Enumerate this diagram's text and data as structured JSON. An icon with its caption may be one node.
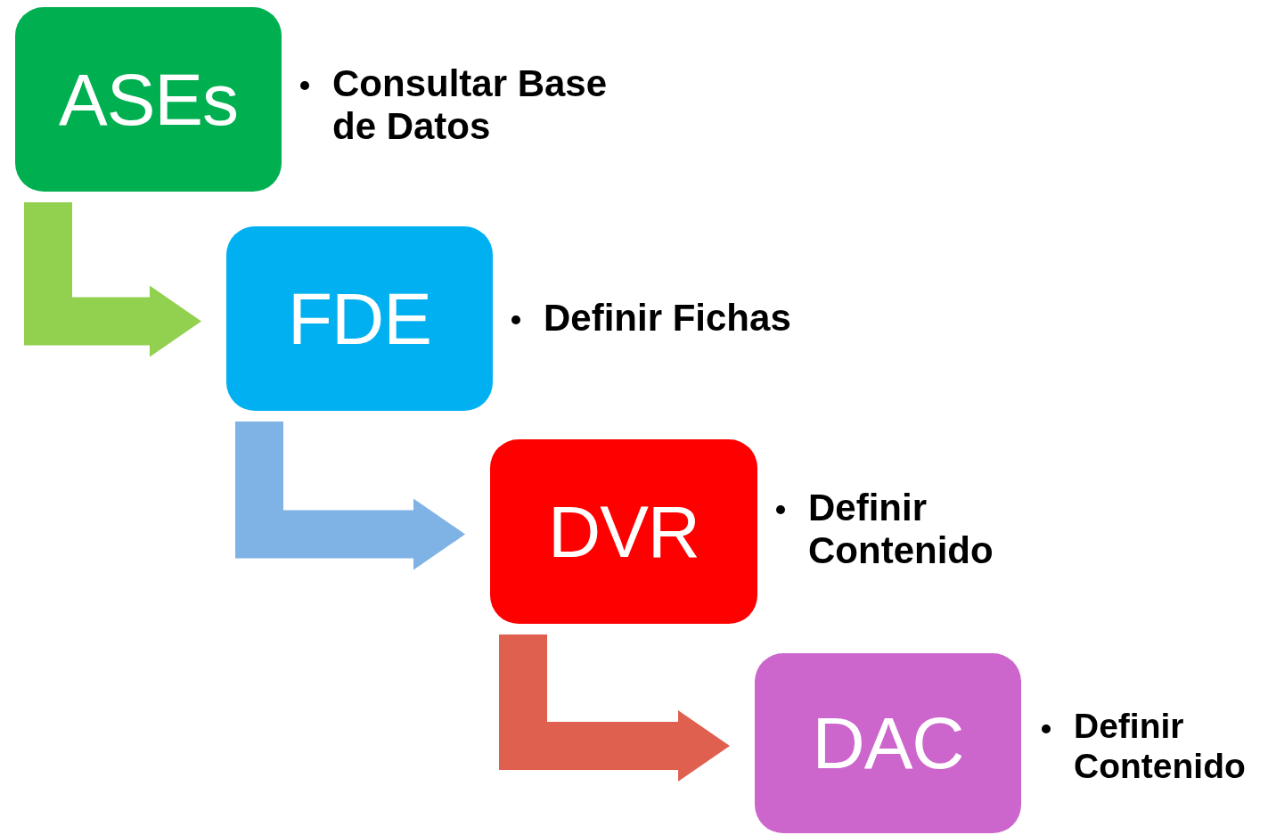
{
  "diagram": {
    "nodes": [
      {
        "text": [
          "ASEs"
        ],
        "beside": [
          "Consultar Base de Datos"
        ]
      },
      {
        "text": [
          "FDE"
        ],
        "beside": [
          "Definir Fichas"
        ]
      },
      {
        "text": [
          "DVR"
        ],
        "beside": [
          "Definir Contenido"
        ]
      },
      {
        "text": [
          "DAC"
        ],
        "beside": [
          "Definir Contenido"
        ]
      }
    ],
    "edges": [
      {
        "from": 0,
        "to": 1,
        "arrow": "to",
        "color": "#92d050"
      },
      {
        "from": 1,
        "to": 2,
        "arrow": "to",
        "color": "#7fb2e5"
      },
      {
        "from": 2,
        "to": 3,
        "arrow": "to",
        "color": "#e06050"
      }
    ]
  }
}
